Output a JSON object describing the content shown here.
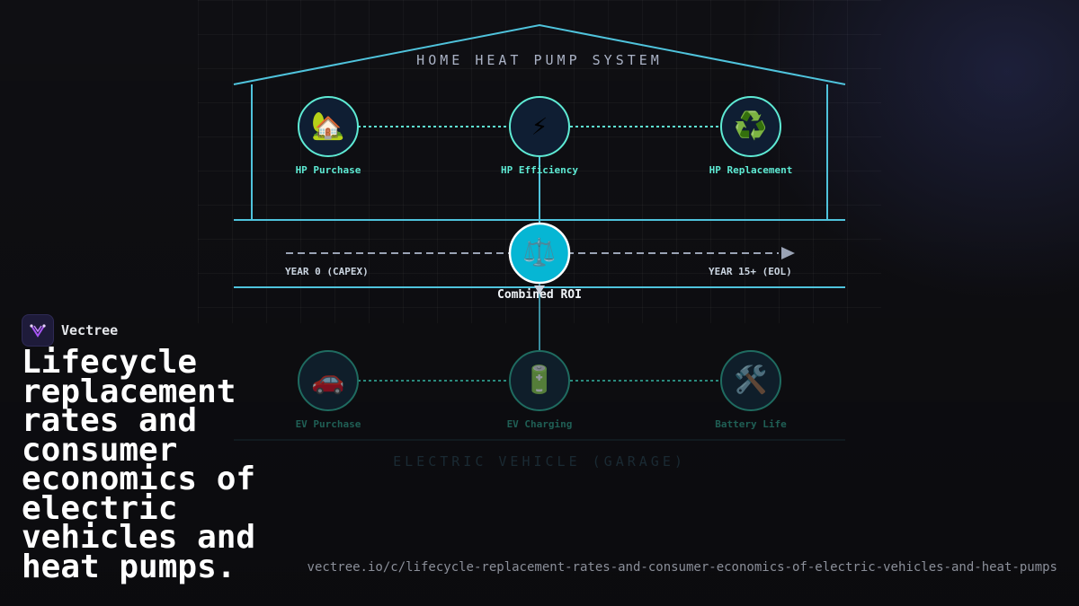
{
  "diagram": {
    "top_title": "HOME HEAT PUMP SYSTEM",
    "bottom_title": "ELECTRIC VEHICLE (GARAGE)",
    "top_nodes": [
      {
        "icon": "house-icon",
        "glyph": "🏡",
        "label": "HP Purchase"
      },
      {
        "icon": "lightning-icon",
        "glyph": "⚡",
        "label": "HP Efficiency"
      },
      {
        "icon": "recycle-icon",
        "glyph": "♻️",
        "label": "HP Replacement"
      }
    ],
    "bottom_nodes": [
      {
        "icon": "car-icon",
        "glyph": "🚗",
        "label": "EV Purchase"
      },
      {
        "icon": "battery-icon",
        "glyph": "🔋",
        "label": "EV Charging"
      },
      {
        "icon": "tools-icon",
        "glyph": "🛠️",
        "label": "Battery Life"
      }
    ],
    "timeline": {
      "start_label": "YEAR 0 (CAPEX)",
      "end_label": "YEAR 15+ (EOL)"
    },
    "center_node": {
      "icon": "balance-scale-icon",
      "glyph": "⚖️",
      "label": "Combined ROI"
    }
  },
  "brand": {
    "name": "Vectree"
  },
  "headline": "Lifecycle replacement rates and consumer economics of electric vehicles and heat pumps.",
  "url": "vectree.io/c/lifecycle-replacement-rates-and-consumer-economics-of-electric-vehicles-and-heat-pumps",
  "colors": {
    "background": "#0f0f13",
    "frame": "#4fc3dc",
    "accent_teal": "#5eead4",
    "node_fill": "#0f1e33",
    "center_fill": "#06b6d4",
    "faded_teal": "#1f5f55"
  }
}
